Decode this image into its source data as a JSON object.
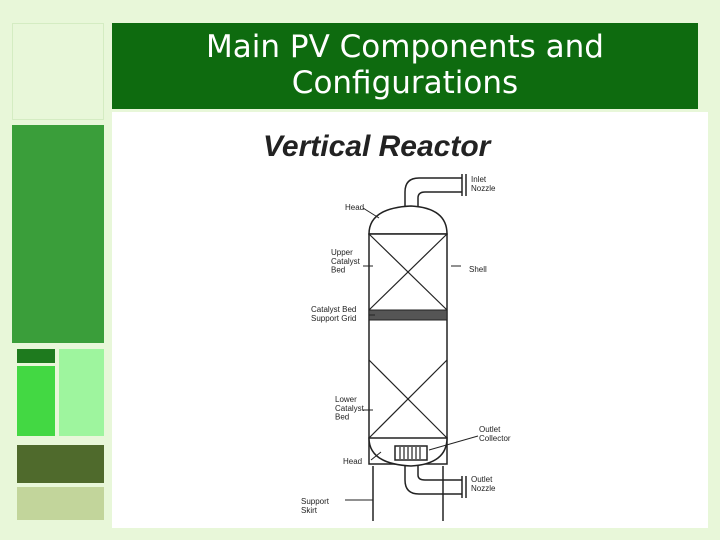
{
  "slide": {
    "title": "Main PV Components and Configurations",
    "colors": {
      "background": "#e8f7d9",
      "title_bar": "#0e6b0f",
      "title_text": "#ffffff",
      "block_green": "#3a9e3a",
      "block_dark": "#1e7a1e",
      "block_bright": "#43d843",
      "block_mint": "#9ef59e",
      "block_olive": "#4f6a2c",
      "block_sage": "#c2d59b"
    }
  },
  "figure": {
    "heading": "Vertical Reactor",
    "labels": {
      "inlet_nozzle": "Inlet\nNozzle",
      "head_top": "Head",
      "upper_catalyst_bed": "Upper\nCatalyst\nBed",
      "shell": "Shell",
      "support_grid": "Catalyst Bed\nSupport Grid",
      "lower_catalyst_bed": "Lower\nCatalyst\nBed",
      "outlet_collector": "Outlet\nCollector",
      "head_bottom": "Head",
      "outlet_nozzle": "Outlet\nNozzle",
      "support_skirt": "Support\nSkirt"
    }
  }
}
